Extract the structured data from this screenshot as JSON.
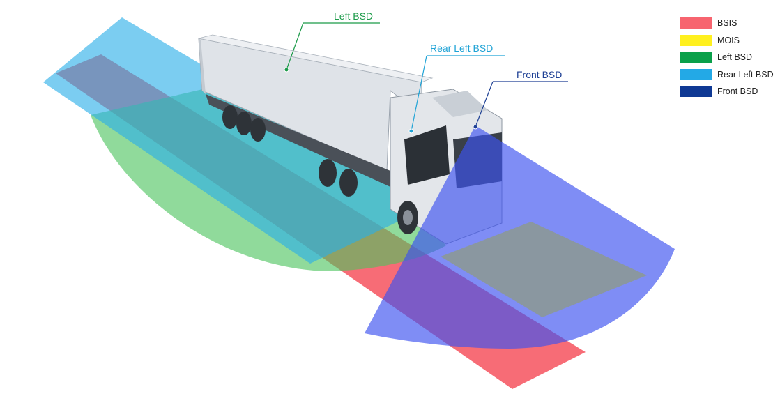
{
  "legend": {
    "items": [
      {
        "label": "BSIS",
        "color": "#f7646f"
      },
      {
        "label": "MOIS",
        "color": "#fff01f"
      },
      {
        "label": "Left BSD",
        "color": "#0aa04a"
      },
      {
        "label": "Rear Left BSD",
        "color": "#23a9e6"
      },
      {
        "label": "Front BSD",
        "color": "#0f3994"
      }
    ]
  },
  "callouts": {
    "left_bsd": {
      "label": "Left BSD",
      "color": "#1a9a48"
    },
    "rear_left_bsd": {
      "label": "Rear Left BSD",
      "color": "#1fa3d6"
    },
    "front_bsd": {
      "label": "Front BSD",
      "color": "#1d3f94"
    }
  },
  "zones": {
    "bsis_color": "#f7646f",
    "left_bsd_color": "#4cc35e",
    "rear_left_bsd_color": "#2aaee8",
    "front_bsd_color": "#3d52f0",
    "mois_color": "#8c9a8e"
  },
  "illustration": "truck-icon"
}
